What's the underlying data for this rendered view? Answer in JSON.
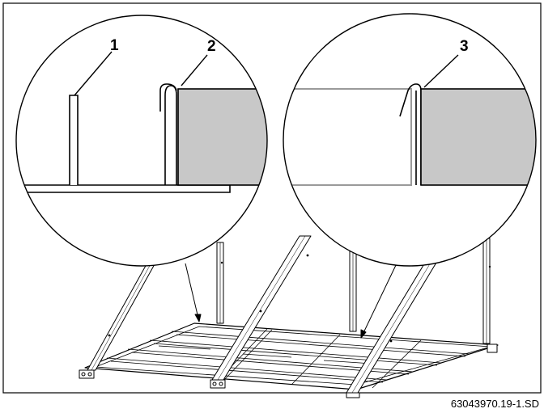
{
  "figure": {
    "callouts": [
      "1",
      "2",
      "3"
    ],
    "figure_id": "63043970.19-1.SD"
  },
  "colors": {
    "line": "#000000",
    "insulation_fill": "#c8c8c8",
    "faded_line": "#9a9a9a",
    "background": "#ffffff"
  }
}
